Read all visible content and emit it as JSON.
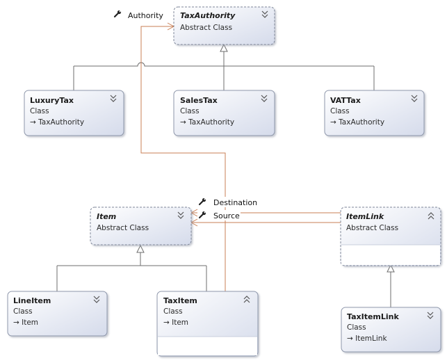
{
  "diagram": {
    "classes": {
      "tax_authority": {
        "name": "TaxAuthority",
        "kind": "Abstract Class",
        "abstract": true,
        "expanded": false
      },
      "luxury_tax": {
        "name": "LuxuryTax",
        "kind": "Class",
        "base": "→ TaxAuthority",
        "expanded": false
      },
      "sales_tax": {
        "name": "SalesTax",
        "kind": "Class",
        "base": "→ TaxAuthority",
        "expanded": false
      },
      "vat_tax": {
        "name": "VATTax",
        "kind": "Class",
        "base": "→ TaxAuthority",
        "expanded": false
      },
      "item": {
        "name": "Item",
        "kind": "Abstract Class",
        "abstract": true,
        "expanded": false
      },
      "line_item": {
        "name": "LineItem",
        "kind": "Class",
        "base": "→ Item",
        "expanded": false
      },
      "tax_item": {
        "name": "TaxItem",
        "kind": "Class",
        "base": "→ Item",
        "expanded": true
      },
      "item_link": {
        "name": "ItemLink",
        "kind": "Abstract Class",
        "abstract": true,
        "expanded": true
      },
      "tax_item_link": {
        "name": "TaxItemLink",
        "kind": "Class",
        "base": "→ ItemLink",
        "expanded": false
      }
    },
    "associations": {
      "authority": "Authority",
      "destination": "Destination",
      "source": "Source"
    },
    "icons": {
      "association": "wrench-icon",
      "collapsed": "chevron-down-double-icon",
      "expanded": "chevron-up-double-icon"
    },
    "colors": {
      "association_line": "#c97f55",
      "inheritance_line": "#6d6d6d",
      "box_border": "#8e97ab"
    }
  }
}
